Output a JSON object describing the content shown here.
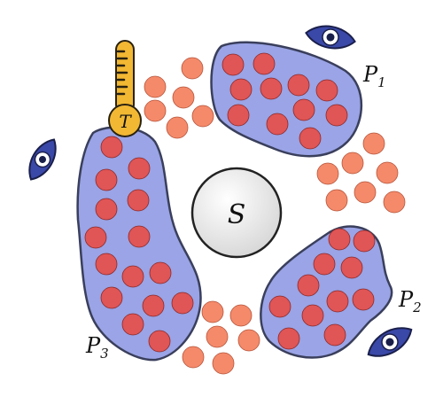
{
  "labels": {
    "center": "S",
    "thermometer": "T",
    "patch1_base": "P",
    "patch1_sub": "1",
    "patch2_base": "P",
    "patch2_sub": "2",
    "patch3_base": "P",
    "patch3_sub": "3"
  },
  "colors": {
    "patch_fill": "#9aa4e6",
    "patch_stroke": "#3a3f5c",
    "red_particle": "#e05556",
    "orange_particle": "#f58a6a",
    "center_fill": "#eeeeee",
    "eye": "#3a48a8",
    "thermo_body": "#f2b833"
  },
  "icons": [
    "eye-icon",
    "thermometer-icon"
  ]
}
